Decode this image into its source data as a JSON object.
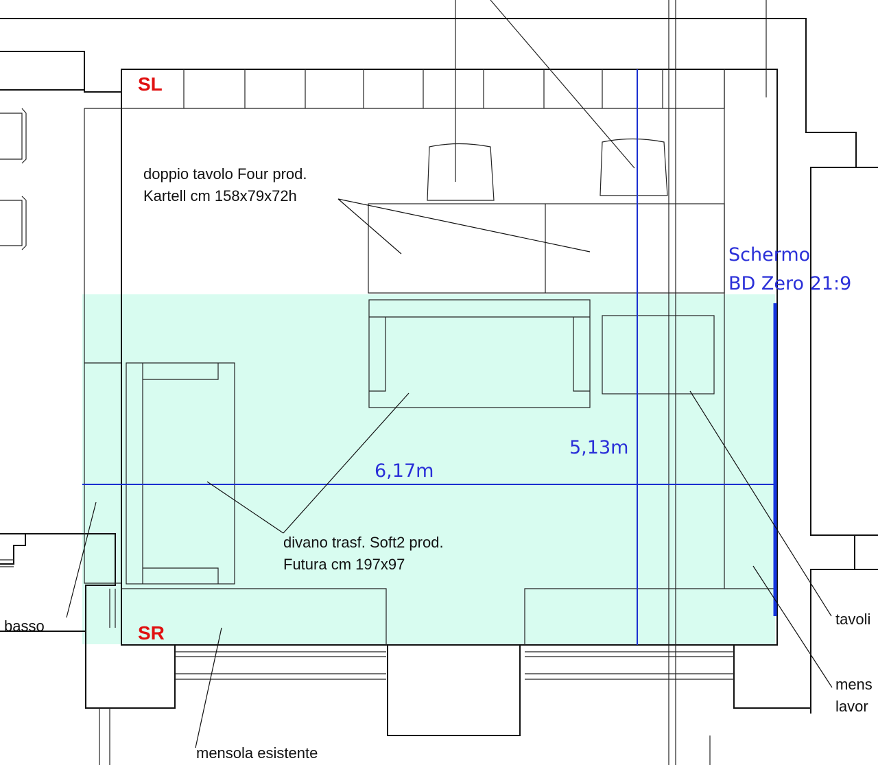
{
  "labels": {
    "table_line1": "doppio tavolo Four prod.",
    "table_line2": "Kartell cm 158x79x72h",
    "sofa_line1": "divano trasf. Soft2 prod.",
    "sofa_line2": "Futura cm 197x97",
    "shelf": "mensola esistente",
    "basso": "basso",
    "tavoli": "tavoli",
    "mensola_right_line1": "mens",
    "mensola_right_line2": "lavor"
  },
  "annotations": {
    "screen_line1": "Schermo",
    "screen_line2": "BD Zero 21:9",
    "width_dim": "6,17m",
    "depth_dim": "5,13m",
    "speaker_left": "SL",
    "speaker_right": "SR"
  },
  "colors": {
    "seating_zone": "#d8fcf0",
    "annotation_blue": "#2a2fd8",
    "speaker_red": "#e01010"
  }
}
